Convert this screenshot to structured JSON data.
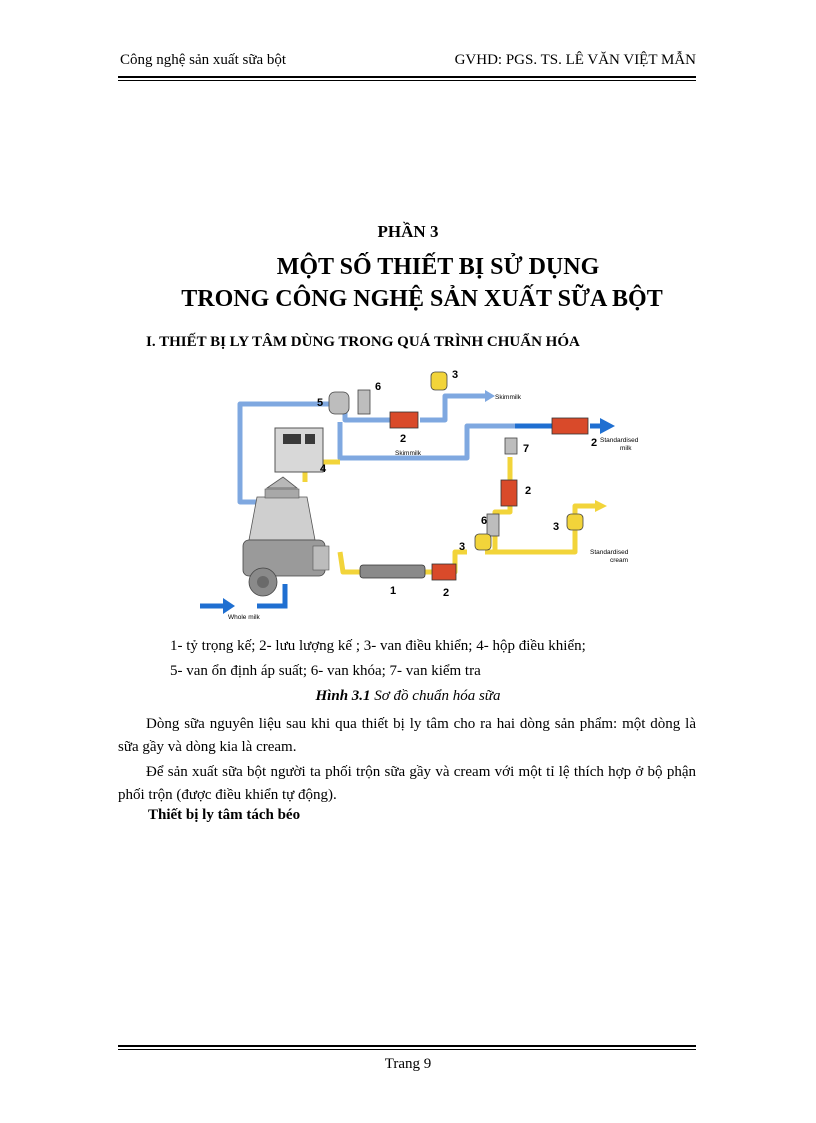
{
  "header": {
    "left": "Công nghệ  sản xuất sữa bột",
    "right": "GVHD:  PGS. TS. LÊ VĂN VIỆT MẪN"
  },
  "part": "PHẦN 3",
  "title_line1": "MỘT SỐ THIẾT BỊ SỬ DỤNG",
  "title_line2": "TRONG CÔNG NGHỆ SẢN XUẤT SỮA BỘT",
  "section": "I. THIẾT  BỊ LY TÂM DÙNG TRONG QUÁ TRÌNH CHUẨN HÓA",
  "diagram": {
    "labels": {
      "n1": "1",
      "n2a": "2",
      "n2b": "2",
      "n2c": "2",
      "n2d": "2",
      "n3a": "3",
      "n3b": "3",
      "n3c": "3",
      "n4": "4",
      "n5": "5",
      "n6a": "6",
      "n6b": "6",
      "n7": "7",
      "skimmilk_out": "Skimmilk",
      "skimmilk_loop": "Skimmilk",
      "standardised_milk_1": "Standardised",
      "standardised_milk_2": "milk",
      "standardised_cream_1": "Standardised",
      "standardised_cream_2": "cream",
      "whole_milk": "Whole milk"
    },
    "colors": {
      "skim": "#7fa8e0",
      "cream": "#f2d43a",
      "blue": "#1f6fd1",
      "flowmeter": "#d94a2a"
    }
  },
  "legend_line1": "1- tỷ trọng kế; 2- lưu lượng  kế ; 3- van  điều khiển;  4- hộp điều khiển;",
  "legend_line2": "5- van ổn định  áp suất; 6- van khóa; 7- van kiểm tra",
  "caption_bold": "Hình 3.1",
  "caption_rest": " Sơ đồ chuẩn hóa sữa",
  "paragraph1": "Dòng sữa nguyên  liệu  sau khi qua thiết bị ly tâm cho ra hai dòng sản phẩm: một dòng là sữa gầy và dòng kia là cream.",
  "paragraph2": "Để sản xuất sữa bột người  ta phối trộn sữa gầy và cream với một tỉ lệ thích  hợp ở bộ phận phối trộn (được điều khiển  tự động).",
  "subheading": "Thiết bị ly tâm tách béo",
  "footer": "Trang  9"
}
